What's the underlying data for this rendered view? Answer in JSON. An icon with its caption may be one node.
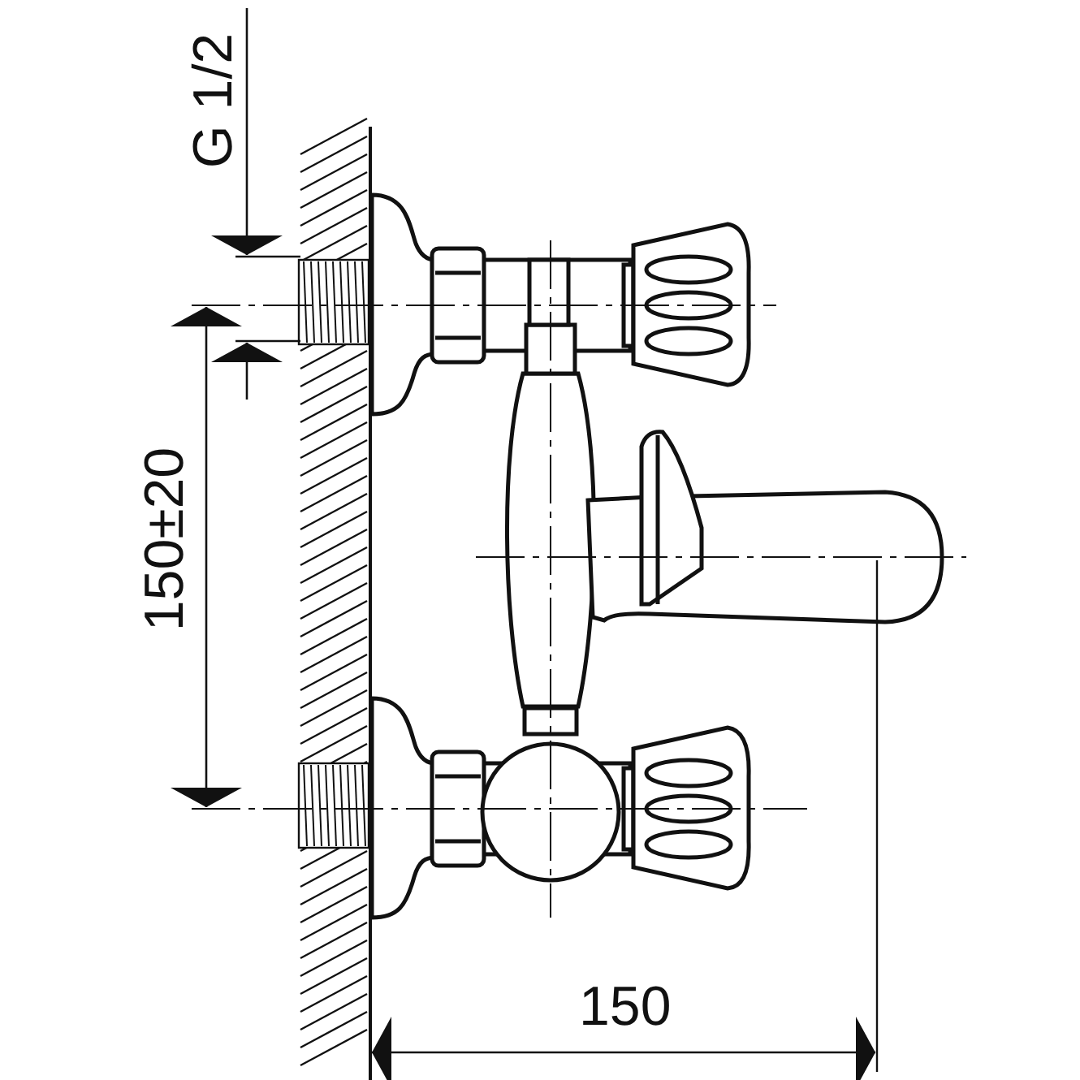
{
  "diagram": {
    "labels": [
      "G 1/2",
      "150±20",
      "150"
    ]
  }
}
